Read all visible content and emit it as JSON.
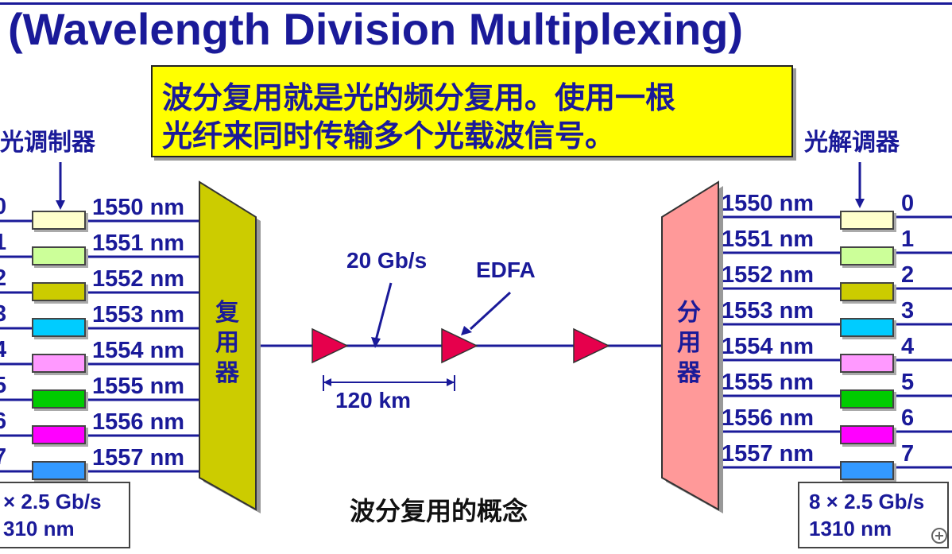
{
  "title": "(Wavelength Division Multiplexing)",
  "callout": {
    "line1": "波分复用就是光的频分复用。使用一根",
    "line2": "光纤来同时传输多个光载波信号。"
  },
  "labels": {
    "modulator": "光调制器",
    "demodulator": "光解调器",
    "mux": [
      "复",
      "用",
      "器"
    ],
    "demux": [
      "分",
      "用",
      "器"
    ]
  },
  "channels": [
    {
      "index": "0",
      "wavelength": "1550 nm",
      "color": "#ffffcc"
    },
    {
      "index": "1",
      "wavelength": "1551 nm",
      "color": "#ccff99"
    },
    {
      "index": "2",
      "wavelength": "1552 nm",
      "color": "#cccc00"
    },
    {
      "index": "3",
      "wavelength": "1553 nm",
      "color": "#00ccff"
    },
    {
      "index": "4",
      "wavelength": "1554 nm",
      "color": "#ff99ff"
    },
    {
      "index": "5",
      "wavelength": "1555 nm",
      "color": "#00cc00"
    },
    {
      "index": "6",
      "wavelength": "1556 nm",
      "color": "#ff00ff"
    },
    {
      "index": "7",
      "wavelength": "1557 nm",
      "color": "#3399ff"
    }
  ],
  "left_info": {
    "line1": "× 2.5 Gb/s",
    "line2": "310 nm"
  },
  "right_info": {
    "line1": "8 × 2.5 Gb/s",
    "line2": "1310 nm"
  },
  "link": {
    "rate": "20 Gb/s",
    "amplifier": "EDFA",
    "span": "120 km"
  },
  "caption": "波分复用的概念",
  "colors": {
    "text": "#1a1a99",
    "mux_fill": "#cccc00",
    "demux_fill": "#ff9999",
    "amp_fill": "#e6004c",
    "callout_bg": "#ffff00"
  },
  "icons": {
    "zoom": "zoom-plus-icon"
  }
}
